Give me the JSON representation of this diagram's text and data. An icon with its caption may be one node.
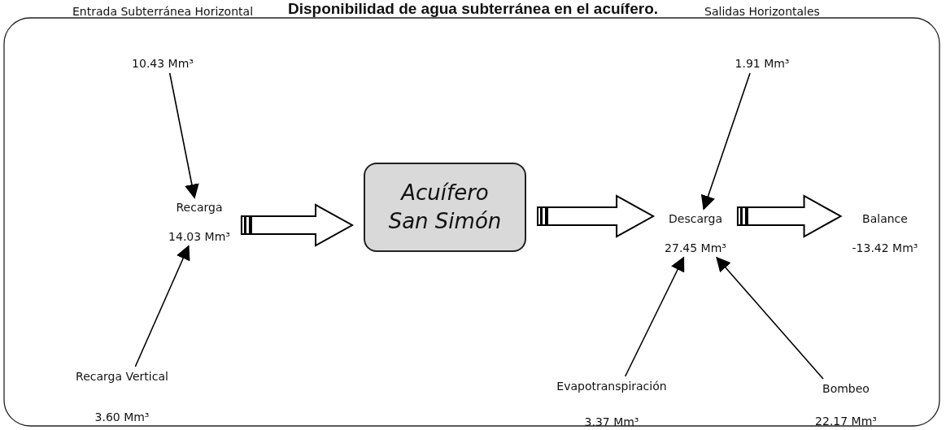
{
  "diagram": {
    "title": "Disponibilidad de agua subterránea en el acuífero.",
    "nodes": [
      {
        "text": [
          "Entrada Subterránea Horizontal",
          "10.43 Mm³"
        ]
      },
      {
        "text": [
          "Salidas Horizontales",
          "1.91 Mm³"
        ]
      },
      {
        "text": [
          "Recarga",
          "14.03 Mm³"
        ]
      },
      {
        "text": [
          "Acuífero",
          "San Simón"
        ]
      },
      {
        "text": [
          "Descarga",
          "27.45 Mm³"
        ]
      },
      {
        "text": [
          "Balance",
          "-13.42 Mm³"
        ]
      },
      {
        "text": [
          "Recarga Vertical",
          "3.60 Mm³"
        ]
      },
      {
        "text": [
          "Evapotranspiración",
          "3.37 Mm³"
        ]
      },
      {
        "text": [
          "Bombeo",
          "22.17 Mm³"
        ]
      }
    ],
    "edges": [
      {
        "from": 0,
        "to": 2,
        "arrow": "to"
      },
      {
        "from": 6,
        "to": 2,
        "arrow": "to"
      },
      {
        "from": 2,
        "to": 3,
        "arrow": "to",
        "style": "thick"
      },
      {
        "from": 1,
        "to": 4,
        "arrow": "to"
      },
      {
        "from": 7,
        "to": 4,
        "arrow": "to"
      },
      {
        "from": 8,
        "to": 4,
        "arrow": "to"
      },
      {
        "from": 3,
        "to": 4,
        "arrow": "to",
        "style": "thick"
      },
      {
        "from": 4,
        "to": 5,
        "arrow": "to",
        "style": "thick"
      }
    ]
  }
}
